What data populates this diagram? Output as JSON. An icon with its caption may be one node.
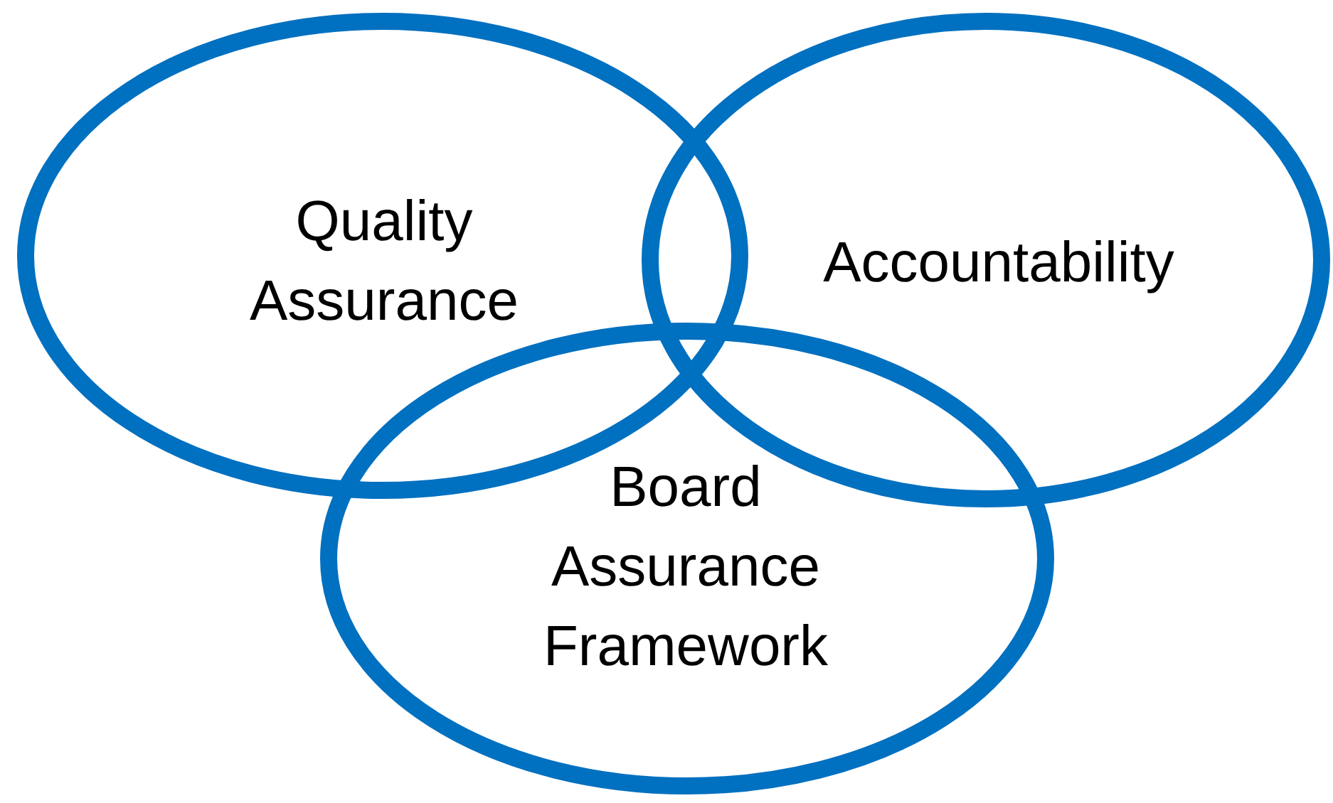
{
  "diagram": {
    "nodes": [
      {
        "text": [
          "Quality Assurance"
        ]
      },
      {
        "text": [
          "Accountability"
        ]
      },
      {
        "text": [
          "Board Assurance Framework"
        ]
      }
    ]
  }
}
